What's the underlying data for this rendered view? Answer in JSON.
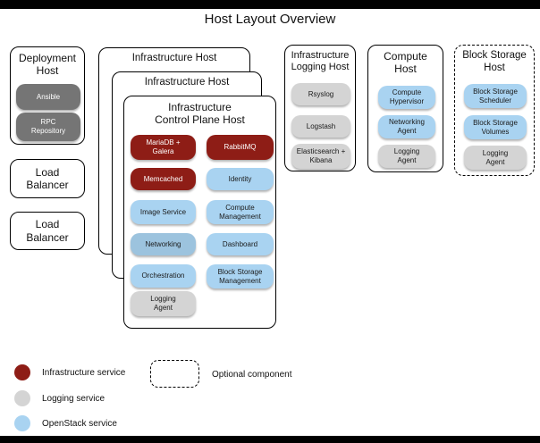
{
  "title": "Host Layout Overview",
  "colors": {
    "infrastructure_service": "#8e1d16",
    "openstack_service": "#a9d3f1",
    "networking_shade": "#9cc3de",
    "logging_service": "#d4d4d4",
    "deployment_service": "#757575"
  },
  "hosts": {
    "deployment": {
      "title": "Deployment\nHost",
      "services": [
        {
          "label": "Ansible",
          "type": "deployment"
        },
        {
          "label": "RPC\nRepository",
          "type": "deployment"
        }
      ]
    },
    "load_balancer_1": {
      "title": "Load\nBalancer"
    },
    "load_balancer_2": {
      "title": "Load\nBalancer"
    },
    "infrastructure_outer": {
      "title": "Infrastructure Host"
    },
    "infrastructure_middle": {
      "title": "Infrastructure Host"
    },
    "control_plane": {
      "title": "Infrastructure\nControl Plane Host",
      "left_services": [
        {
          "label": "MariaDB +\nGalera",
          "type": "infrastructure"
        },
        {
          "label": "Memcached",
          "type": "infrastructure"
        },
        {
          "label": "Image Service",
          "type": "openstack"
        },
        {
          "label": "Networking",
          "type": "openstack"
        },
        {
          "label": "Orchestration",
          "type": "openstack"
        },
        {
          "label": "Logging\nAgent",
          "type": "logging"
        }
      ],
      "right_services": [
        {
          "label": "RabbitMQ",
          "type": "infrastructure"
        },
        {
          "label": "Identity",
          "type": "openstack"
        },
        {
          "label": "Compute\nManagement",
          "type": "openstack"
        },
        {
          "label": "Dashboard",
          "type": "openstack"
        },
        {
          "label": "Block Storage\nManagement",
          "type": "openstack"
        }
      ]
    },
    "logging": {
      "title": "Infrastructure\nLogging Host",
      "services": [
        {
          "label": "Rsyslog",
          "type": "logging"
        },
        {
          "label": "Logstash",
          "type": "logging"
        },
        {
          "label": "Elasticsearch +\nKibana",
          "type": "logging"
        }
      ]
    },
    "compute": {
      "title": "Compute\nHost",
      "services": [
        {
          "label": "Compute\nHypervisor",
          "type": "openstack"
        },
        {
          "label": "Networking\nAgent",
          "type": "openstack"
        },
        {
          "label": "Logging\nAgent",
          "type": "logging"
        }
      ]
    },
    "block_storage": {
      "title": "Block Storage\nHost",
      "optional": true,
      "services": [
        {
          "label": "Block Storage\nScheduler",
          "type": "openstack"
        },
        {
          "label": "Block Storage\nVolumes",
          "type": "openstack"
        },
        {
          "label": "Logging\nAgent",
          "type": "logging"
        }
      ]
    }
  },
  "legend": {
    "items": [
      {
        "swatch": "infrastructure-red",
        "label": "Infrastructure service"
      },
      {
        "swatch": "logging-gray",
        "label": "Logging service"
      },
      {
        "swatch": "openstack-blue",
        "label": "OpenStack service"
      }
    ],
    "optional": {
      "label": "Optional component"
    }
  }
}
